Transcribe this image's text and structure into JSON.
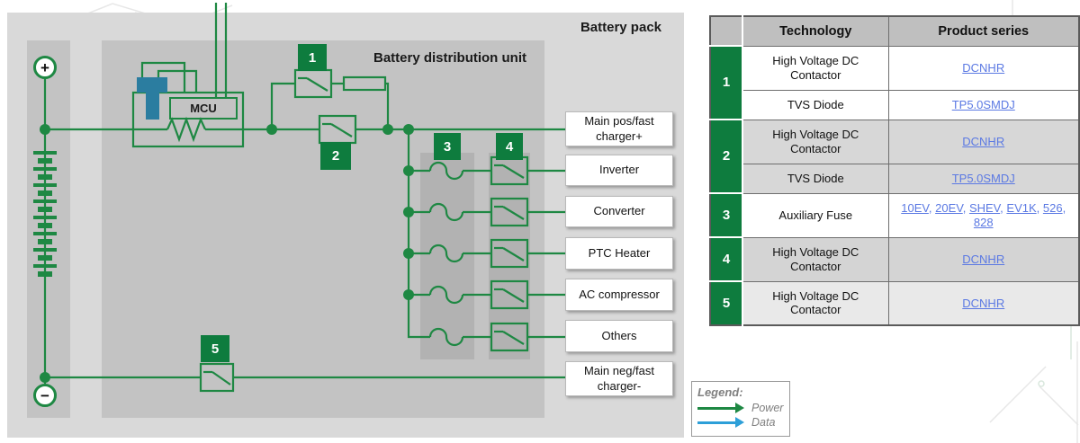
{
  "diagram": {
    "battery_pack_title": "Battery pack",
    "bdu_title": "Battery distribution unit",
    "mcu_label": "MCU",
    "terminals": {
      "plus": "+",
      "minus": "−"
    },
    "badges": [
      "1",
      "2",
      "3",
      "4",
      "5"
    ],
    "loads": [
      "Main pos/fast charger+",
      "Inverter",
      "Converter",
      "PTC Heater",
      "AC compressor",
      "Others",
      "Main neg/fast charger-"
    ]
  },
  "legend": {
    "title": "Legend:",
    "items": [
      {
        "label": "Power",
        "color": "#1e8843"
      },
      {
        "label": "Data",
        "color": "#2d9fd8"
      }
    ]
  },
  "table": {
    "headers": {
      "corner": "",
      "technology": "Technology",
      "product_series": "Product series"
    },
    "groups": [
      {
        "num": "1",
        "rows": [
          {
            "tech": "High Voltage DC Contactor",
            "links": [
              "DCNHR"
            ]
          },
          {
            "tech": "TVS Diode",
            "links": [
              "TP5.0SMDJ"
            ]
          }
        ]
      },
      {
        "num": "2",
        "rows": [
          {
            "tech": "High Voltage DC Contactor",
            "links": [
              "DCNHR"
            ]
          },
          {
            "tech": "TVS Diode",
            "links": [
              "TP5.0SMDJ"
            ]
          }
        ]
      },
      {
        "num": "3",
        "rows": [
          {
            "tech": "Auxiliary Fuse",
            "links": [
              "10EV",
              "20EV",
              "SHEV",
              "EV1K",
              "526",
              "828"
            ]
          }
        ]
      },
      {
        "num": "4",
        "rows": [
          {
            "tech": "High Voltage DC Contactor",
            "links": [
              "DCNHR"
            ]
          }
        ]
      },
      {
        "num": "5",
        "rows": [
          {
            "tech": "High Voltage DC Contactor",
            "links": [
              "DCNHR"
            ]
          }
        ]
      }
    ]
  },
  "colors": {
    "accent_green": "#0e7c3e",
    "wire_green": "#1e8843",
    "link_blue": "#5b79e3",
    "data_blue": "#2d9fd8",
    "sensor_blue": "#2b7da0"
  }
}
